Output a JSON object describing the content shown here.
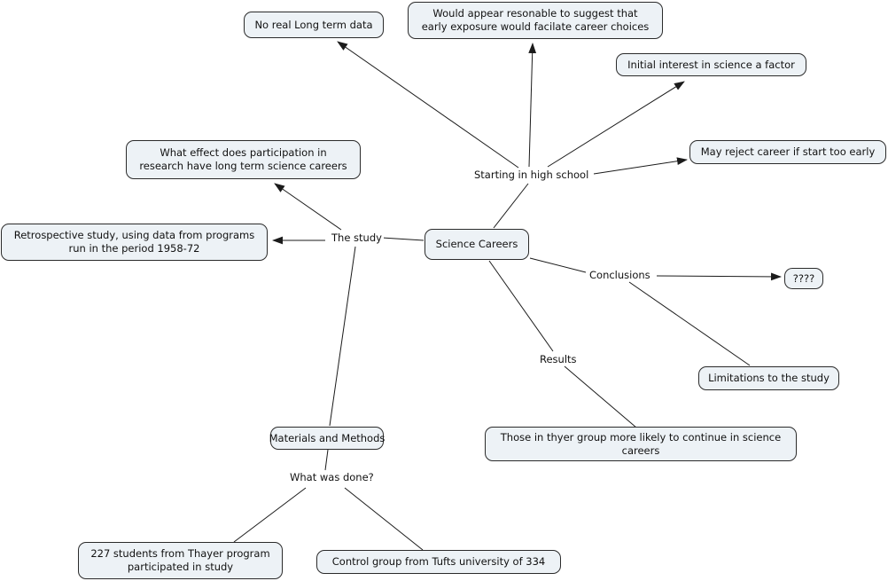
{
  "colors": {
    "node_fill": "#edf2f6",
    "node_border": "#2b2b2b",
    "line": "#1b1b1b",
    "text": "#111111",
    "bg": "#ffffff"
  },
  "nodes": {
    "science_careers": {
      "label": "Science Careers"
    },
    "no_long_term_data": {
      "label": "No real Long term data"
    },
    "would_appear": {
      "label": [
        "Would appear resonable to suggest that",
        "early exposure would facilate career choices"
      ]
    },
    "initial_interest": {
      "label": "Initial interest in science a factor"
    },
    "may_reject": {
      "label": "May reject career if start too early"
    },
    "what_effect": {
      "label": [
        "What effect does participation in",
        "research have long term science careers"
      ]
    },
    "retrospective": {
      "label": [
        "Retrospective study, using data from programs",
        "run in the period 1958-72"
      ]
    },
    "unknown_conclusion": {
      "label": "????"
    },
    "limitations": {
      "label": "Limitations to the study"
    },
    "materials_methods": {
      "label": "Materials and Methods"
    },
    "those_in_thyer": {
      "label": [
        "Those in thyer group more likely to continue in science",
        "careers"
      ]
    },
    "students_227": {
      "label": [
        "227 students from Thayer program",
        "participated in study"
      ]
    },
    "control_group": {
      "label": "Control group from Tufts university of 334"
    }
  },
  "linking_phrases": {
    "starting_high_school": "Starting in high school",
    "the_study": "The study",
    "conclusions": "Conclusions",
    "results": "Results",
    "what_was_done": "What was done?"
  },
  "edges": [
    {
      "from": "science_careers",
      "to": "starting_high_school",
      "arrowhead": false
    },
    {
      "from": "science_careers",
      "to": "the_study",
      "arrowhead": false
    },
    {
      "from": "science_careers",
      "to": "conclusions",
      "arrowhead": false
    },
    {
      "from": "science_careers",
      "to": "results",
      "arrowhead": false
    },
    {
      "from": "starting_high_school",
      "to": "no_long_term_data",
      "arrowhead": true
    },
    {
      "from": "starting_high_school",
      "to": "would_appear",
      "arrowhead": true
    },
    {
      "from": "starting_high_school",
      "to": "initial_interest",
      "arrowhead": true
    },
    {
      "from": "starting_high_school",
      "to": "may_reject",
      "arrowhead": true
    },
    {
      "from": "the_study",
      "to": "what_effect",
      "arrowhead": true
    },
    {
      "from": "the_study",
      "to": "retrospective",
      "arrowhead": true
    },
    {
      "from": "the_study",
      "to": "materials_methods",
      "arrowhead": false
    },
    {
      "from": "conclusions",
      "to": "unknown_conclusion",
      "arrowhead": true
    },
    {
      "from": "conclusions",
      "to": "limitations",
      "arrowhead": false
    },
    {
      "from": "results",
      "to": "those_in_thyer",
      "arrowhead": false
    },
    {
      "from": "materials_methods",
      "to": "what_was_done",
      "arrowhead": false
    },
    {
      "from": "what_was_done",
      "to": "students_227",
      "arrowhead": false
    },
    {
      "from": "what_was_done",
      "to": "control_group",
      "arrowhead": false
    }
  ]
}
